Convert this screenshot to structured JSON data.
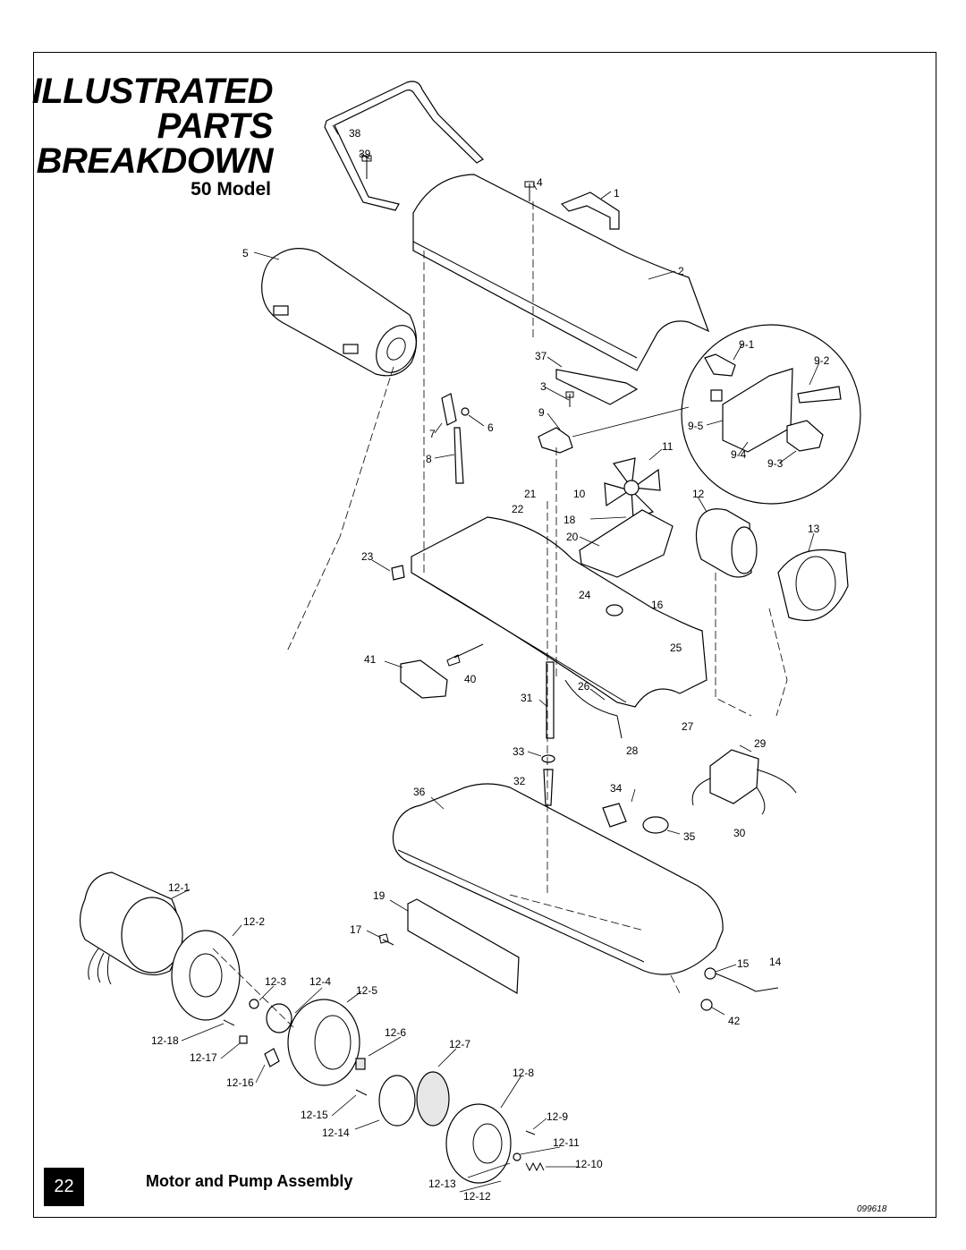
{
  "header": {
    "title_line1": "ILLUSTRATED",
    "title_line2": "PARTS",
    "title_line3": "BREAKDOWN",
    "model": "50 Model"
  },
  "footer": {
    "page_number": "22",
    "section_title": "Motor and Pump Assembly",
    "doc_code": "099618"
  },
  "callouts": {
    "p1": "1",
    "p2": "2",
    "p3": "3",
    "p4": "4",
    "p5": "5",
    "p6": "6",
    "p7": "7",
    "p8": "8",
    "p9": "9",
    "p9_1": "9-1",
    "p9_2": "9-2",
    "p9_3": "9-3",
    "p9_4": "9-4",
    "p9_5": "9-5",
    "p10": "10",
    "p11": "11",
    "p12": "12",
    "p12_1": "12-1",
    "p12_2": "12-2",
    "p12_3": "12-3",
    "p12_4": "12-4",
    "p12_5": "12-5",
    "p12_6": "12-6",
    "p12_7": "12-7",
    "p12_8": "12-8",
    "p12_9": "12-9",
    "p12_10": "12-10",
    "p12_11": "12-11",
    "p12_12": "12-12",
    "p12_13": "12-13",
    "p12_14": "12-14",
    "p12_15": "12-15",
    "p12_16": "12-16",
    "p12_17": "12-17",
    "p12_18": "12-18",
    "p13": "13",
    "p14": "14",
    "p15": "15",
    "p16": "16",
    "p17": "17",
    "p18": "18",
    "p19": "19",
    "p20": "20",
    "p21": "21",
    "p22": "22",
    "p23": "23",
    "p24": "24",
    "p25": "25",
    "p26": "26",
    "p27": "27",
    "p28": "28",
    "p29": "29",
    "p30": "30",
    "p31": "31",
    "p32": "32",
    "p33": "33",
    "p34": "34",
    "p35": "35",
    "p36": "36",
    "p37": "37",
    "p38": "38",
    "p39": "39",
    "p40": "40",
    "p41": "41",
    "p42": "42"
  }
}
